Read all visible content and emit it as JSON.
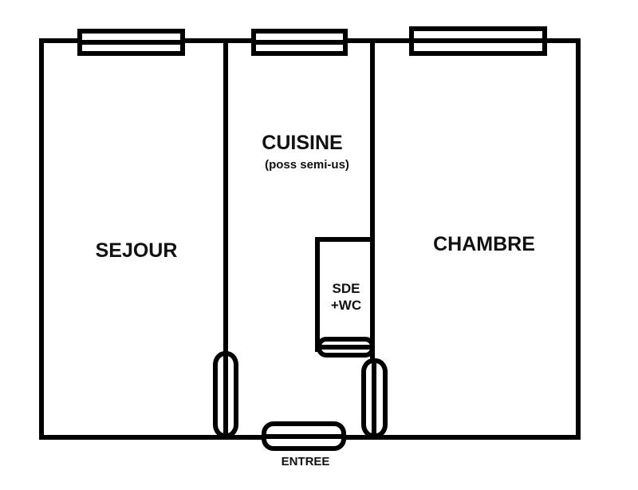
{
  "diagram": {
    "type": "floor-plan",
    "stroke_color": "#000000",
    "background": "#ffffff",
    "rooms": [
      {
        "id": "sejour",
        "label": "SEJOUR"
      },
      {
        "id": "cuisine",
        "label": "CUISINE",
        "note": "(poss semi-us)"
      },
      {
        "id": "sde",
        "label_line1": "SDE",
        "label_line2": "+WC"
      },
      {
        "id": "chambre",
        "label": "CHAMBRE"
      }
    ],
    "entrance": {
      "label": "ENTREE"
    },
    "windows": [
      {
        "room": "sejour"
      },
      {
        "room": "cuisine"
      },
      {
        "room": "chambre"
      }
    ],
    "doors": [
      {
        "between": "sejour-cuisine"
      },
      {
        "between": "cuisine-chambre"
      },
      {
        "between": "sde-cuisine"
      },
      {
        "between": "outside-cuisine",
        "label": "ENTREE"
      }
    ]
  }
}
